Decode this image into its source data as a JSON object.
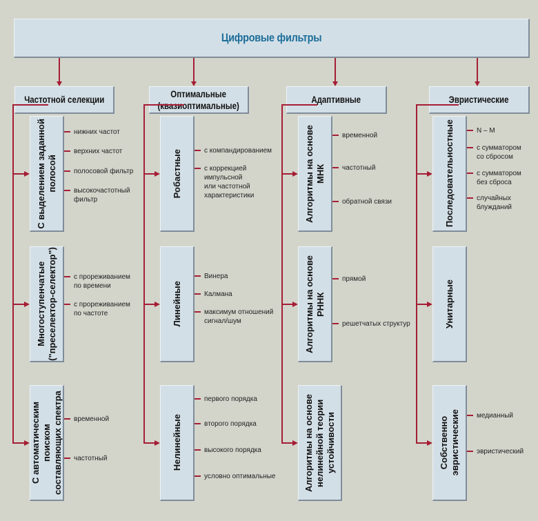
{
  "title": "Цифровые фильтры",
  "colors": {
    "background": "#d3d5cb",
    "box": "#d3dfe7",
    "title_text": "#1d6e99",
    "connector": "#a51d35"
  },
  "categories": [
    {
      "label": "Частотной селекции",
      "children": [
        {
          "label": "С выделением заданной\nполосой",
          "leaves": [
            "нижних частот",
            "верхних частот",
            "полосовой фильтр",
            "высокочастотный\nфильтр"
          ]
        },
        {
          "label": "Многоступенчатые\n(\"преселектор-селектор\")",
          "leaves": [
            "с прореживанием\nпо времени",
            "с прореживанием\nпо частоте"
          ]
        },
        {
          "label": "С автоматическим поиском\nсоставляющих спектра",
          "leaves": [
            "временной",
            "частотный"
          ]
        }
      ]
    },
    {
      "label": "Оптимальные\n(квазиоптимальные)",
      "children": [
        {
          "label": "Робастные",
          "leaves": [
            "с компандированием",
            "с коррекцией\nимпульсной\nили частотной\nхарактеристики"
          ]
        },
        {
          "label": "Линейные",
          "leaves": [
            "Винера",
            "Калмана",
            "максимум отношений\nсигнал/шум"
          ]
        },
        {
          "label": "Нелинейные",
          "leaves": [
            "первого порядка",
            "второго порядка",
            "высокого порядка",
            "условно оптимальные"
          ]
        }
      ]
    },
    {
      "label": "Адаптивные",
      "children": [
        {
          "label": "Алгоритмы на основе\nМНК",
          "leaves": [
            "временной",
            "частотный",
            "обратной связи"
          ]
        },
        {
          "label": "Алгоритмы на основе\nРННК",
          "leaves": [
            "прямой",
            "решетчатых структур"
          ]
        },
        {
          "label": "Алгоритмы на основе\nнелинейной теории\nустойчивости",
          "leaves": []
        }
      ]
    },
    {
      "label": "Эвристические",
      "children": [
        {
          "label": "Последовательностные",
          "leaves": [
            "N – M",
            "с сумматором\nсо сбросом",
            "с сумматором\nбез сброса",
            "случайных\nблужданий"
          ]
        },
        {
          "label": "Унитарные",
          "leaves": []
        },
        {
          "label": "Собственно\nэвристические",
          "leaves": [
            "медианный",
            "эвристический"
          ]
        }
      ]
    }
  ]
}
